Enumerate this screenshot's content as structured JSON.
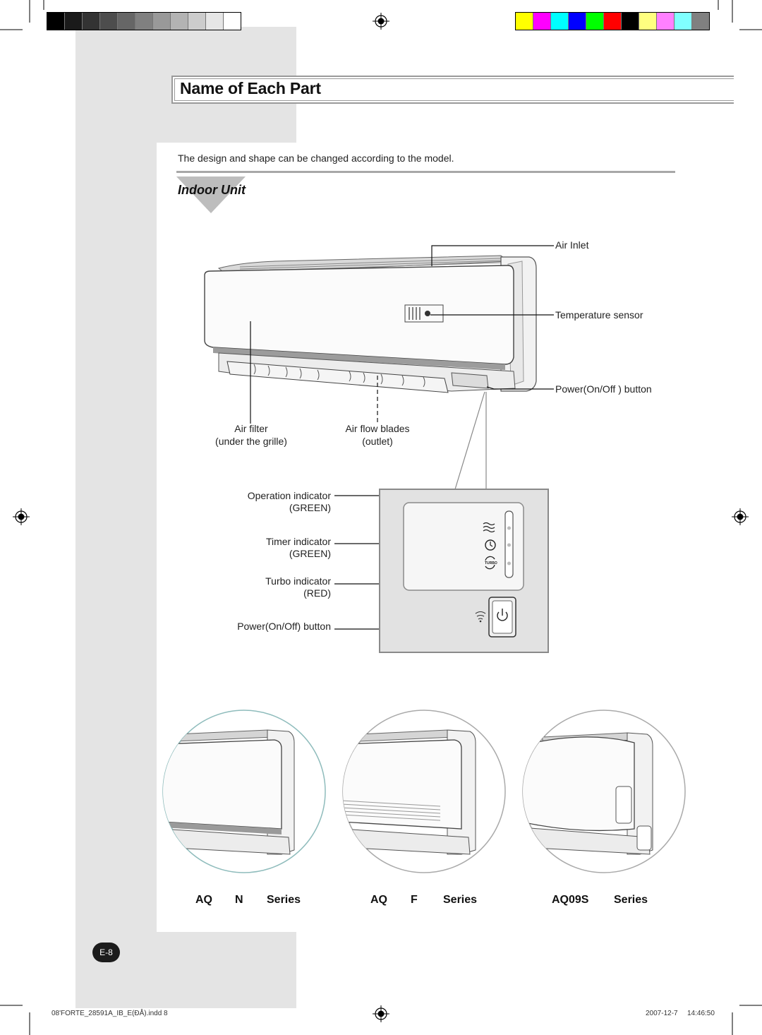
{
  "page": {
    "title": "Name of Each Part",
    "note": "The design and shape can be changed according to the model.",
    "section_title": "Indoor Unit",
    "page_number": "E-8"
  },
  "labels": {
    "air_inlet": "Air Inlet",
    "temp_sensor": "Temperature sensor",
    "power_button_top": "Power(On/Off ) button",
    "air_filter": "Air filter",
    "air_filter_sub": "(under the grille)",
    "air_blades": "Air flow blades",
    "air_blades_sub": "(outlet)",
    "op_indicator": "Operation indicator",
    "op_color": "(GREEN)",
    "timer_indicator": "Timer indicator",
    "timer_color": "(GREEN)",
    "turbo_indicator": "Turbo indicator",
    "turbo_color": "(RED)",
    "power_button_panel": "Power(On/Off) button",
    "turbo_icon_text": "TURBO"
  },
  "series": [
    {
      "a": "AQ",
      "b": "N",
      "c": "Series"
    },
    {
      "a": "AQ",
      "b": "F",
      "c": "Series"
    },
    {
      "a": "AQ09S",
      "b": "",
      "c": "Series"
    }
  ],
  "footer": {
    "file": "08'FORTE_28591A_IB_E(ÐÅ).indd   8",
    "date": "2007-12-7",
    "time": "14:46:50"
  },
  "colors": {
    "grays": [
      "#000000",
      "#1a1a1a",
      "#333333",
      "#4d4d4d",
      "#666666",
      "#808080",
      "#999999",
      "#b3b3b3",
      "#cccccc",
      "#e6e6e6",
      "#ffffff"
    ],
    "process": [
      "#ffff00",
      "#ff00ff",
      "#00ffff",
      "#0000ff",
      "#00ff00",
      "#ff0000",
      "#000000",
      "#ffff80",
      "#ff80ff",
      "#80ffff",
      "#808080"
    ]
  }
}
